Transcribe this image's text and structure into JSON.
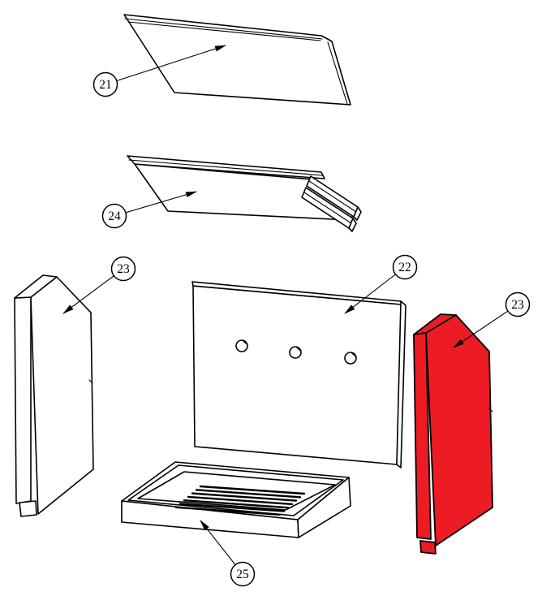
{
  "diagram": {
    "kind": "exploded-parts-drawing",
    "background": "#ffffff",
    "line_color": "#000000",
    "highlight_color": "#ed1c24",
    "callouts": [
      {
        "label": "21",
        "part": "top-plate"
      },
      {
        "label": "24",
        "part": "baffle-plate"
      },
      {
        "label": "23",
        "part": "side-panel-left"
      },
      {
        "label": "22",
        "part": "back-panel"
      },
      {
        "label": "23",
        "part": "side-panel-right-highlighted"
      },
      {
        "label": "25",
        "part": "base-grate-tray"
      }
    ]
  }
}
